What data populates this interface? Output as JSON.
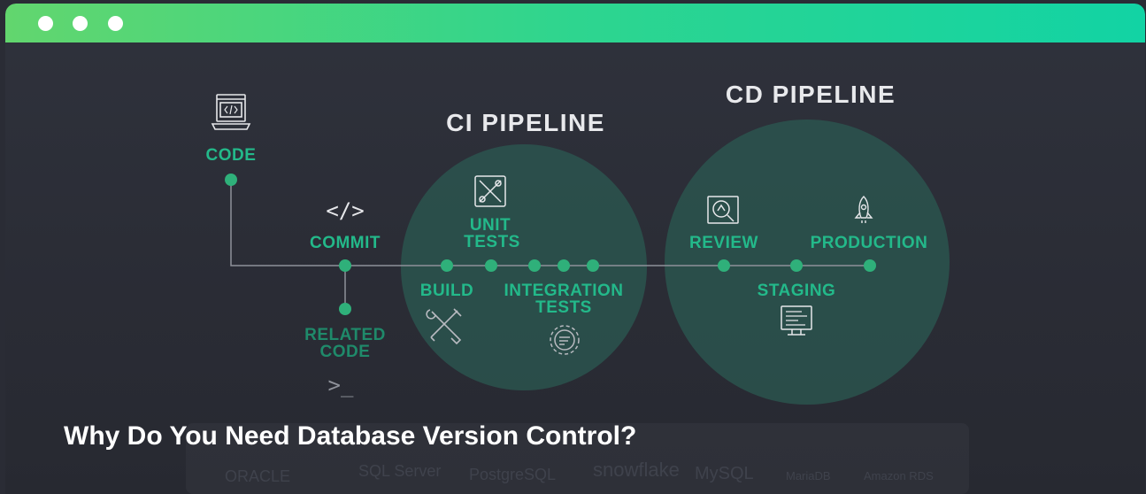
{
  "window": {
    "controls": [
      "close",
      "minimize",
      "maximize"
    ],
    "accent_gradient": [
      "#62d66e",
      "#12d3a4"
    ]
  },
  "diagram": {
    "ci_title": "CI PIPELINE",
    "cd_title": "CD PIPELINE",
    "stages": {
      "code": "CODE",
      "commit": "COMMIT",
      "related_code": [
        "RELATED",
        "CODE"
      ],
      "unit_tests": [
        "UNIT",
        "TESTS"
      ],
      "build": "BUILD",
      "integration_tests": [
        "INTEGRATION",
        "TESTS"
      ],
      "review": "REVIEW",
      "production": "PRODUCTION",
      "staging": "STAGING"
    },
    "commit_glyph": "</>",
    "terminal_glyph": ">_",
    "colors": {
      "accent": "#23b98a",
      "node": "#2fb07a",
      "line": "#8e919a",
      "circle": "#2b5a52"
    },
    "icons": [
      "laptop-code-icon",
      "code-brackets-icon",
      "terminal-icon",
      "tools-icon",
      "wrench-screwdriver-icon",
      "gear-chat-icon",
      "magnifier-report-icon",
      "rocket-icon",
      "monitor-code-icon"
    ]
  },
  "heading": "Why Do You Need Database Version Control?",
  "logos": [
    "ORACLE",
    "SQL Server",
    "PostgreSQL",
    "snowflake",
    "MySQL",
    "MariaDB",
    "Amazon RDS"
  ]
}
